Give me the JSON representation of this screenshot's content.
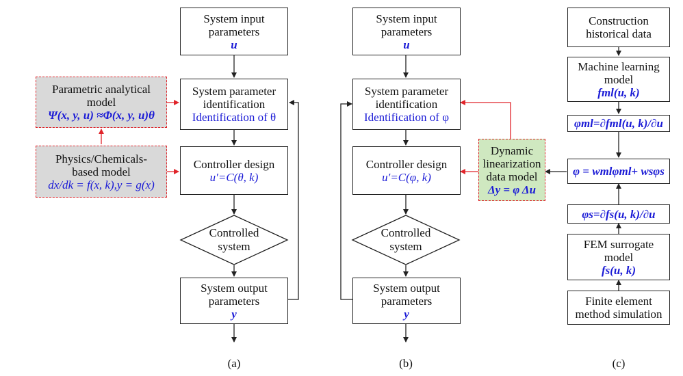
{
  "panel_a": {
    "input": {
      "line1": "System input",
      "line2": "parameters",
      "sym": "u"
    },
    "identify": {
      "line1": "System parameter",
      "line2": "identification",
      "line3": "Identification of θ"
    },
    "controller": {
      "line1": "Controller design",
      "line2": "u′=C(θ, k)"
    },
    "plant": {
      "line1": "Controlled",
      "line2": "system"
    },
    "output": {
      "line1": "System output",
      "line2": "parameters",
      "sym": "y"
    },
    "parametric": {
      "line1": "Parametric analytical",
      "line2": "model",
      "line3": "Ψ(x, y, u) ≈Φ(x, y, u)θ"
    },
    "physics": {
      "line1": "Physics/Chemicals-",
      "line2": "based model",
      "line3": "dx/dk = f(x, k),y = g(x)"
    },
    "caption": "(a)"
  },
  "panel_b": {
    "input": {
      "line1": "System input",
      "line2": "parameters",
      "sym": "u"
    },
    "identify": {
      "line1": "System parameter",
      "line2": "identification",
      "line3": "Identification of φ"
    },
    "controller": {
      "line1": "Controller design",
      "line2": "u′=C(φ, k)"
    },
    "plant": {
      "line1": "Controlled",
      "line2": "system"
    },
    "output": {
      "line1": "System output",
      "line2": "parameters",
      "sym": "y"
    },
    "dynamic": {
      "line1": "Dynamic",
      "line2": "linearization",
      "line3": "data model",
      "line4": "Δy = φ Δu"
    },
    "caption": "(b)"
  },
  "panel_c": {
    "historical": {
      "line1": "Construction",
      "line2": "historical data"
    },
    "ml": {
      "line1": "Machine learning",
      "line2": "model",
      "line3": "fml(u, k)"
    },
    "phi_ml": {
      "text": "φml=∂fml(u, k)/∂u"
    },
    "phi": {
      "text": "φ = wmlφml+ wsφs"
    },
    "phi_s": {
      "text": "φs=∂fs(u, k)/∂u"
    },
    "fem": {
      "line1": "FEM surrogate",
      "line2": "model",
      "line3": "fs(u, k)"
    },
    "simulation": {
      "line1": "Finite element",
      "line2": "method simulation"
    },
    "caption": "(c)"
  },
  "colors": {
    "line": "#222222",
    "red": "#e0242a",
    "blue": "#1a1ad6",
    "gray_fill": "#d9d9d9",
    "green_fill": "#cfe8c0"
  }
}
